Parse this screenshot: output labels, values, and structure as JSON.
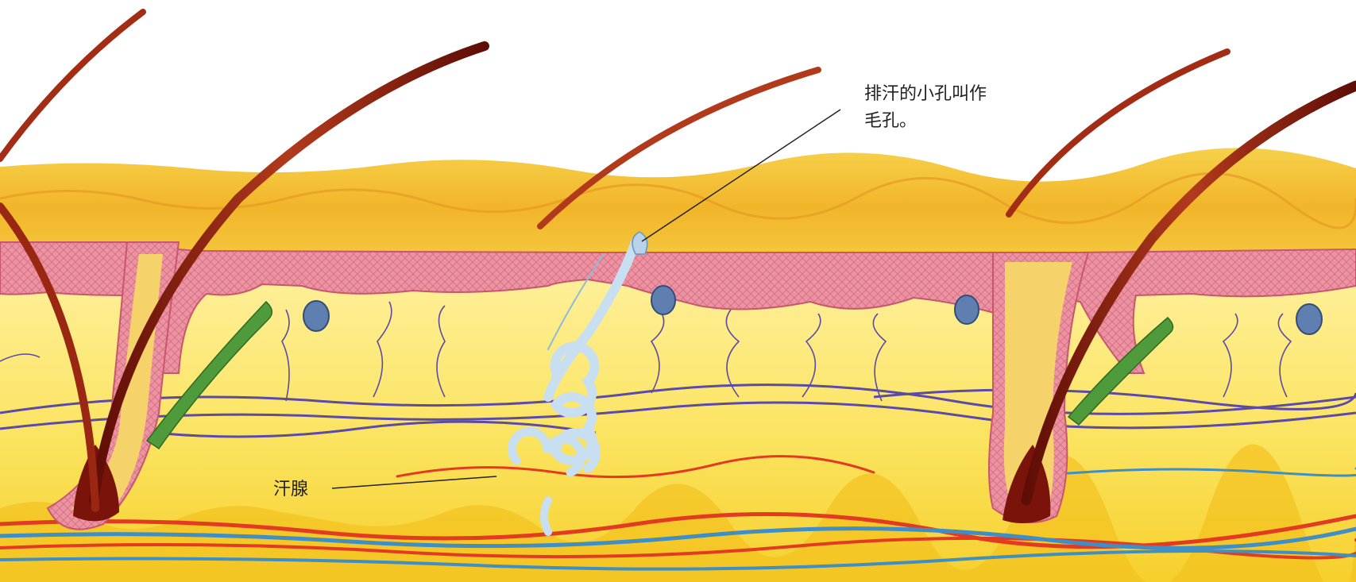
{
  "labels": {
    "pore_line1": "排汗的小孔叫作",
    "pore_line2": "毛孔。",
    "sweat_gland": "汗腺"
  },
  "colors": {
    "epidermis_surface": "#f3c427",
    "epidermis_pink": "#e9899a",
    "dermis_yellow": "#fbe66a",
    "hair": "#8a1f10",
    "nerve": "#5b4aa6",
    "artery": "#e23b22",
    "vein": "#3f8fc4",
    "sweat_gland": "#c7dff0",
    "muscle": "#4f9a3a"
  }
}
